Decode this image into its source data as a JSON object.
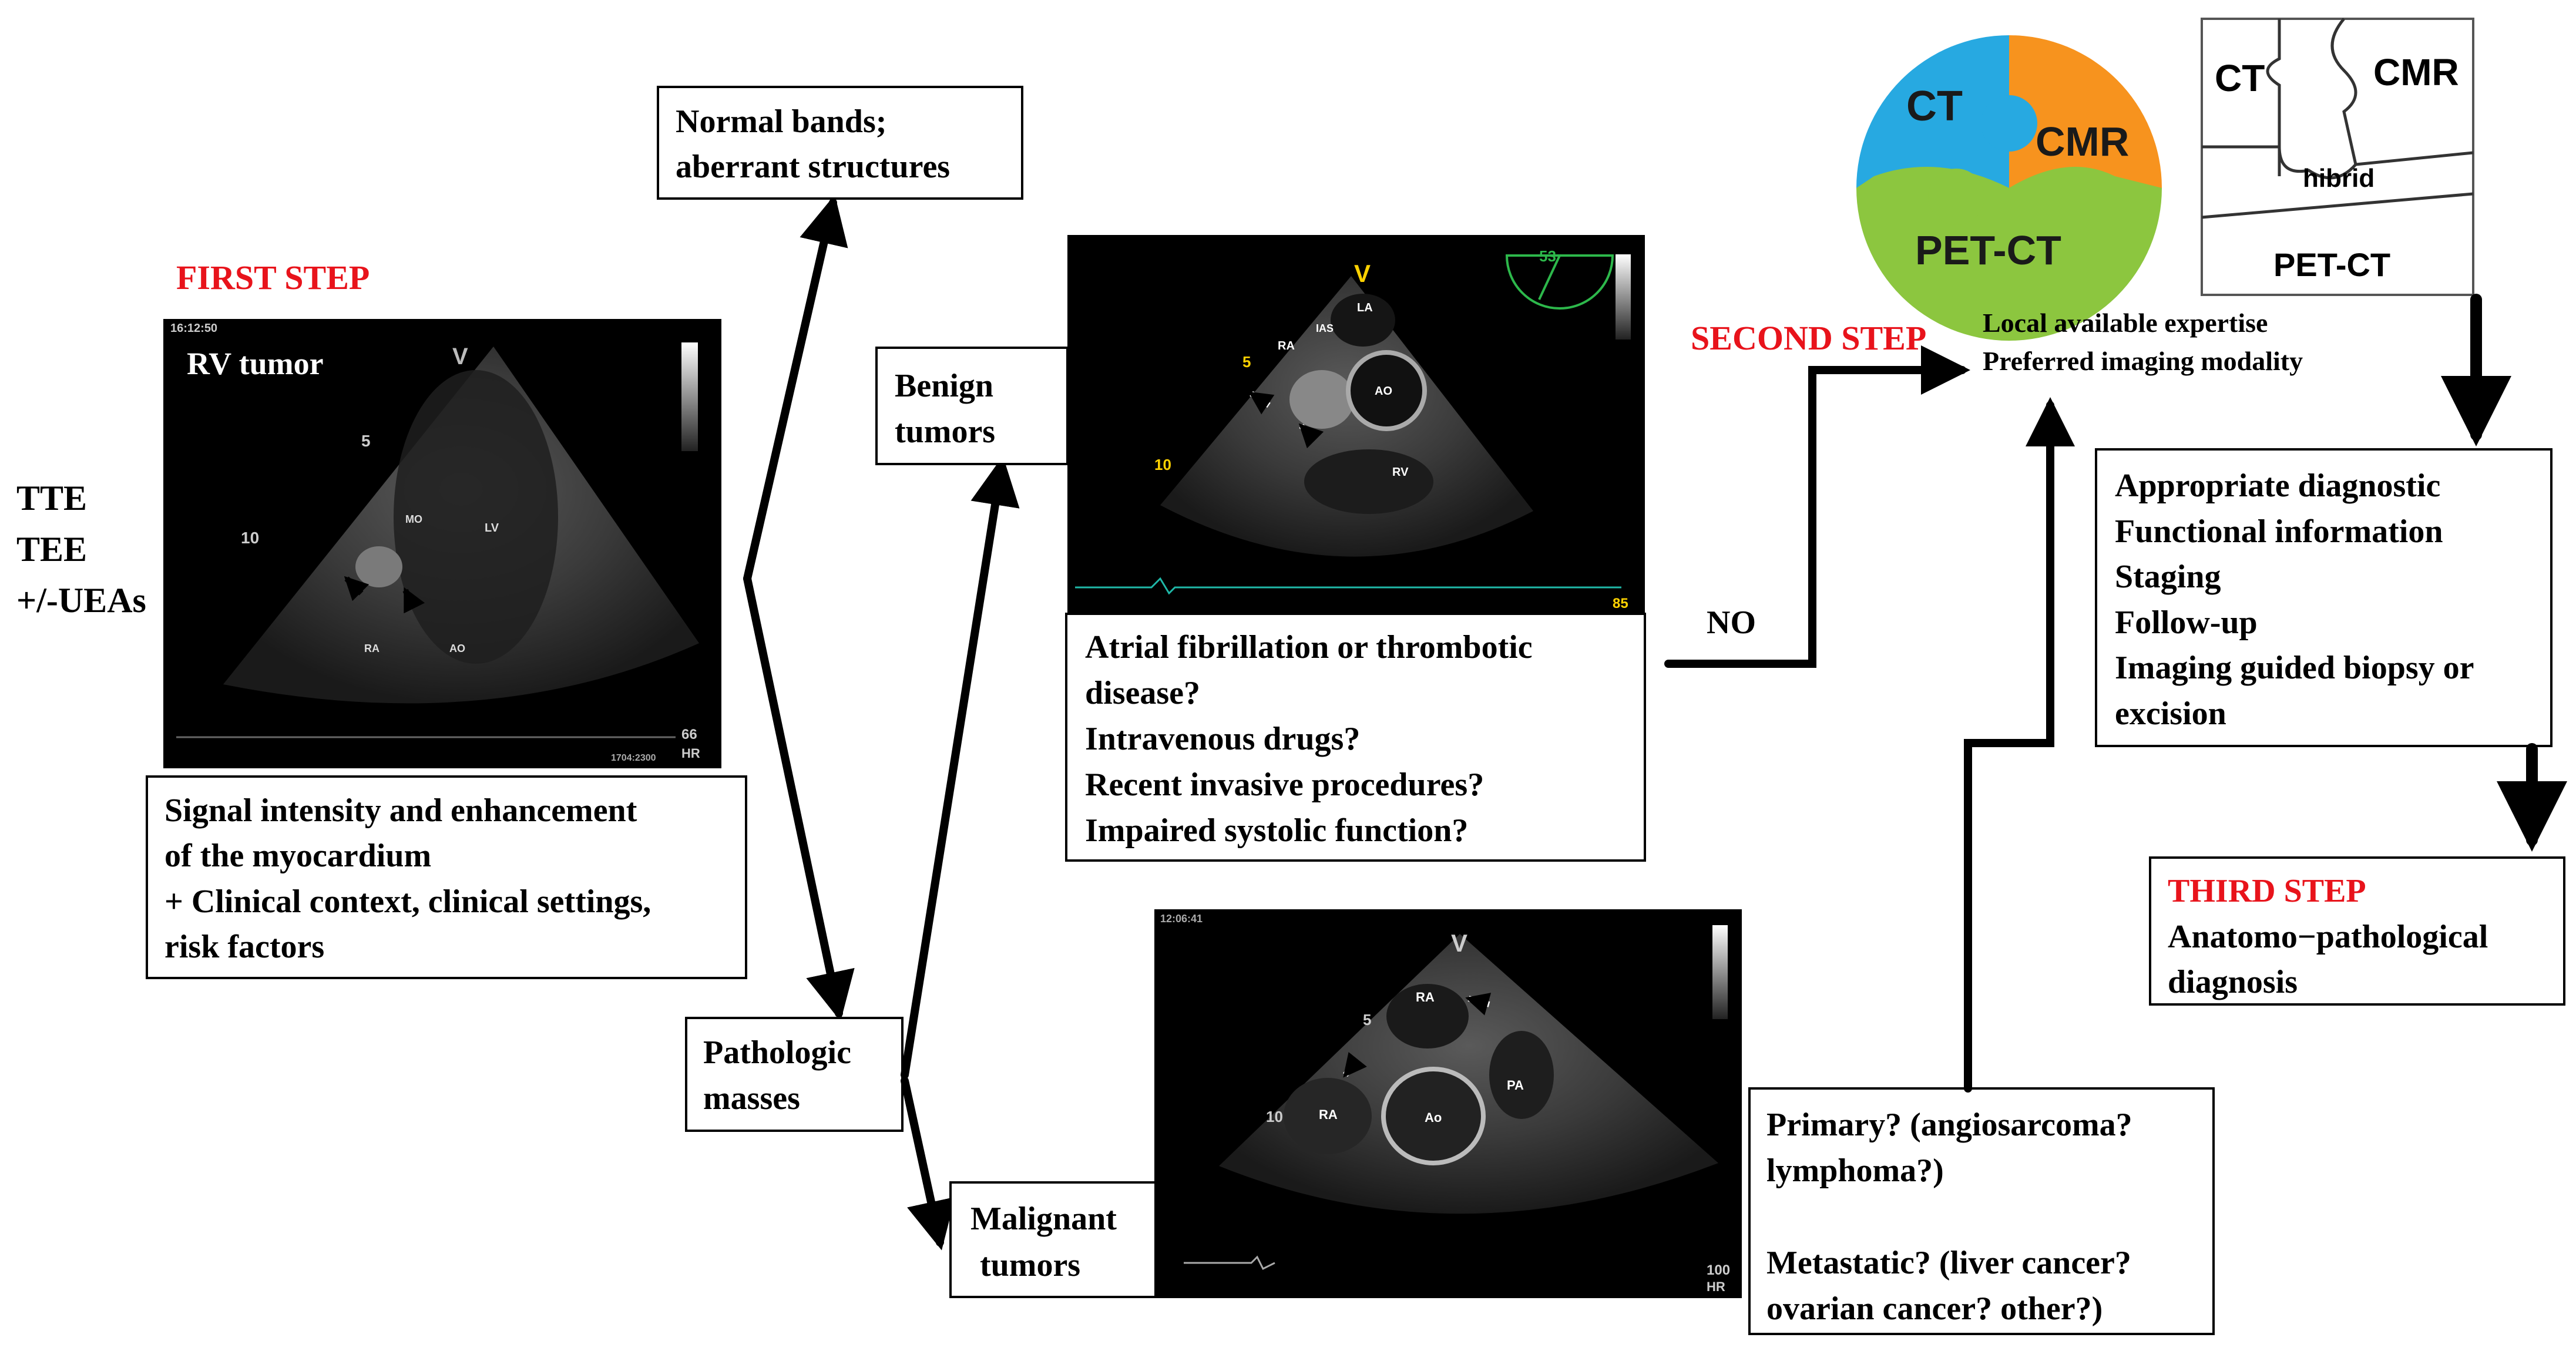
{
  "steps": {
    "first": "FIRST STEP",
    "second": "SECOND STEP",
    "third": "THIRD STEP"
  },
  "modalities": {
    "line1": "TTE",
    "line2": "TEE",
    "line3": "+/-UEAs"
  },
  "echo1": {
    "title": "RV tumor",
    "time": "16:12:50",
    "depth5": "5",
    "depth10": "10",
    "lbl_mo": "MO",
    "lbl_lv": "LV",
    "lbl_ra": "RA",
    "lbl_ao": "AO",
    "lbl_bottom": "66",
    "lbl_hr": "HR",
    "lbl_small": "1704:2300"
  },
  "signal_box": {
    "line1": "Signal intensity and enhancement",
    "line2": "of the myocardium",
    "line3": "+ Clinical context, clinical settings,",
    "line4": "risk factors"
  },
  "normal_box": {
    "line1": "Normal bands;",
    "line2": "aberrant structures"
  },
  "pathologic_box": {
    "line1": "Pathologic",
    "line2": "masses"
  },
  "benign_box": {
    "line1": "Benign",
    "line2": "tumors"
  },
  "malignant_box": {
    "line1": "Malignant",
    "line2": "tumors"
  },
  "echo2": {
    "lbl_la": "LA",
    "lbl_ias": "IAS",
    "lbl_ra": "RA",
    "lbl_ao": "AO",
    "lbl_rv": "RV",
    "depth5": "5",
    "depth10": "10",
    "angle": "53",
    "bottom_num": "85"
  },
  "questions_box": {
    "line1": "Atrial fibrillation or thrombotic",
    "line2": "disease?",
    "line3": "Intravenous drugs?",
    "line4": "Recent invasive procedures?",
    "line5": "Impaired systolic function?"
  },
  "no_label": "NO",
  "echo3": {
    "lbl_ra_top": "RA",
    "lbl_pa": "PA",
    "lbl_ra_left": "RA",
    "lbl_ao": "Ao",
    "depth5": "5",
    "depth10": "10",
    "bottom_num": "100",
    "hr": "HR",
    "time": "12:06:41"
  },
  "primary_box": {
    "line1": "Primary? (angiosarcoma?",
    "line2": "lymphoma?)",
    "line3": "Metastatic? (liver cancer?",
    "line4": "ovarian cancer? other?)"
  },
  "puzzle_circle": {
    "ct": "CT",
    "cmr": "CMR",
    "petct": "PET-CT",
    "colors": {
      "ct": "#27a9e1",
      "cmr": "#f7931e",
      "petct": "#8cc63f"
    }
  },
  "puzzle_square": {
    "ct": "CT",
    "cmr": "CMR",
    "hibrid": "hibrid",
    "petct": "PET-CT"
  },
  "expertise": {
    "line1": "Local available expertise",
    "line2": "Preferred imaging modality"
  },
  "diagnostic_box": {
    "line1": "Appropriate diagnostic",
    "line2": "Functional information",
    "line3": "Staging",
    "line4": "Follow-up",
    "line5": "Imaging guided biopsy or",
    "line6": "excision"
  },
  "third_box": {
    "line1": "Anatomo−pathological",
    "line2": "diagnosis"
  }
}
